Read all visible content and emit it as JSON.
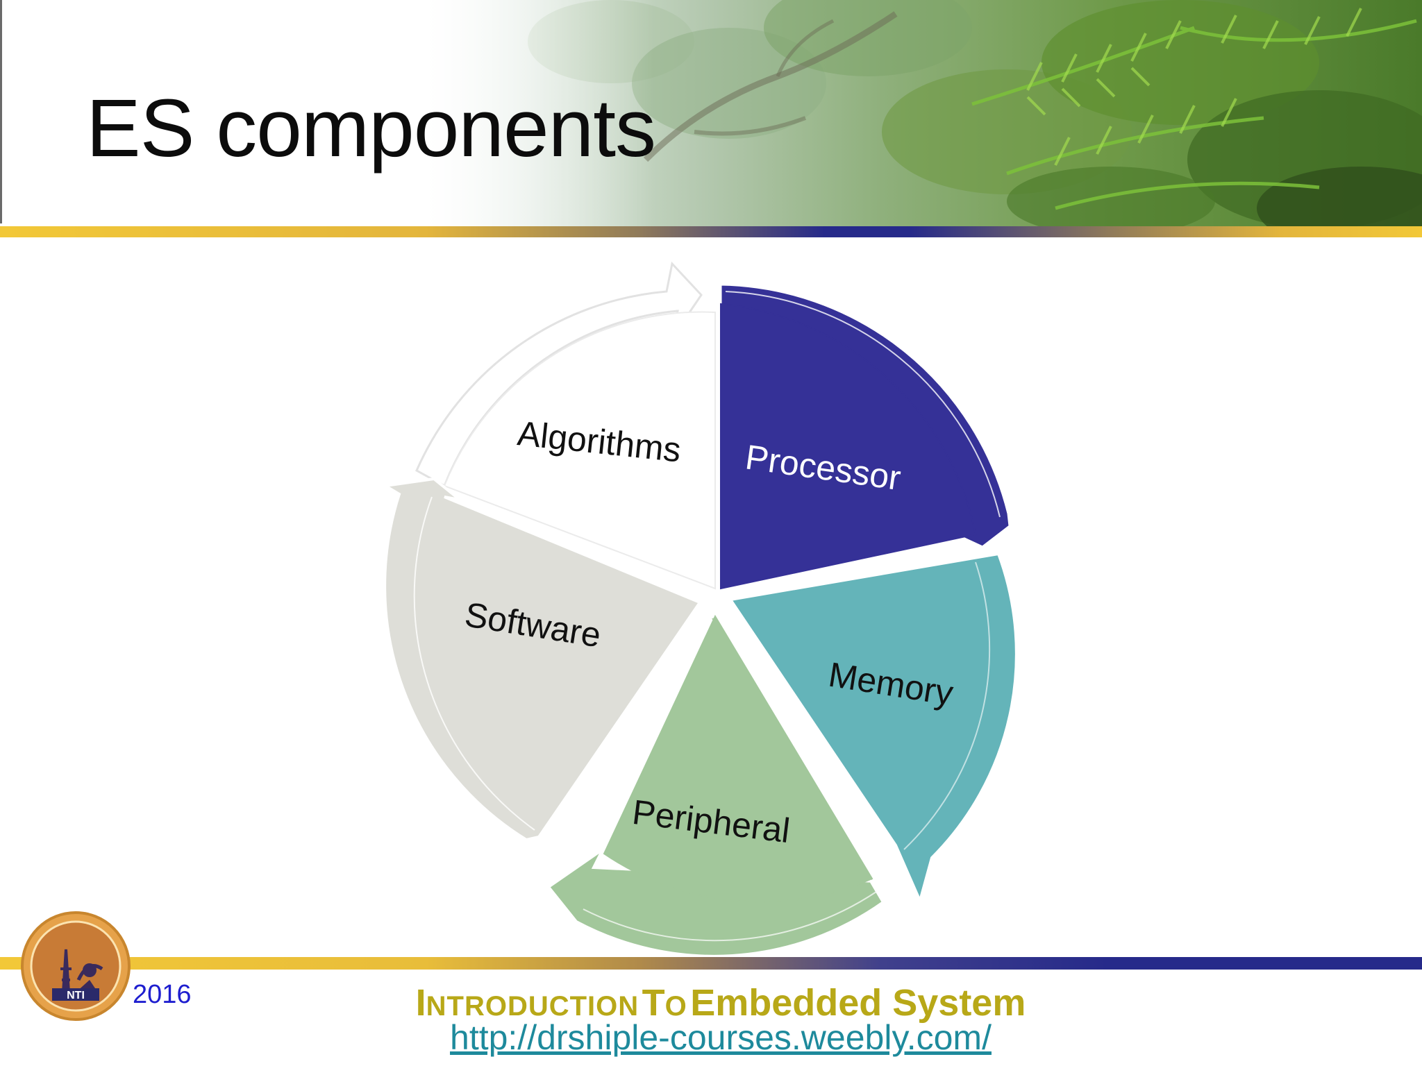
{
  "slide": {
    "title": "ES components",
    "year": "2016",
    "footer": {
      "title_part1_cap": "I",
      "title_part1_rest": "ntroduction",
      "title_part2_cap": "T",
      "title_part2_rest": "o",
      "title_part3": "Embedded System",
      "link": "http://drshiple-courses.weebly.com/"
    },
    "logo_text": "NTI"
  },
  "diagram": {
    "type": "cycle",
    "segments": [
      {
        "label": "Processor",
        "color": "#353197"
      },
      {
        "label": "Memory",
        "color": "#64b4b9"
      },
      {
        "label": "Peripheral",
        "color": "#a2c79b"
      },
      {
        "label": "Software",
        "color": "#deded8"
      },
      {
        "label": "Algorithms",
        "color": "#ffffff"
      }
    ]
  },
  "colors": {
    "rule_gold": "#e3b53c",
    "rule_navy": "#262a8a",
    "footer_title": "#b8a818",
    "link": "#1e8a9c",
    "year": "#1e1ecf"
  }
}
